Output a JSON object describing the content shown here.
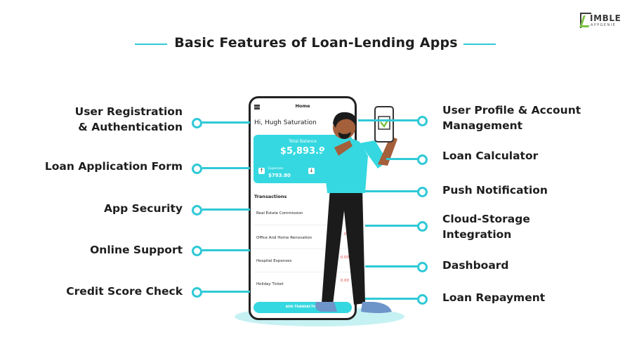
{
  "title": "Basic Features of Loan-Lending Apps",
  "logo": {
    "brand": "IMBLE",
    "sub": "APPGENIE"
  },
  "accent_color": "#2fc9d6",
  "left_features": [
    {
      "lines": [
        "User Registration",
        "& Authentication"
      ]
    },
    {
      "lines": [
        "Loan Application Form"
      ]
    },
    {
      "lines": [
        "App Security"
      ]
    },
    {
      "lines": [
        "Online Support"
      ]
    },
    {
      "lines": [
        "Credit Score Check"
      ]
    }
  ],
  "right_features": [
    {
      "lines": [
        "User Profile & Account",
        "Management"
      ]
    },
    {
      "lines": [
        "Loan Calculator"
      ]
    },
    {
      "lines": [
        "Push Notification"
      ]
    },
    {
      "lines": [
        "Cloud-Storage",
        "Integration"
      ]
    },
    {
      "lines": [
        "Dashboard"
      ]
    },
    {
      "lines": [
        "Loan Repayment"
      ]
    }
  ],
  "phone": {
    "header": "Home",
    "greeting": "Hi, Hugh Saturation",
    "balance_label": "Total Balance",
    "balance_value": "$5,893.9",
    "expenses_label": "Expenses",
    "expenses_value": "$793.80",
    "transactions_title": "Transactions",
    "transactions": [
      {
        "name": "Real Estate Commission",
        "amount": "+$"
      },
      {
        "name": "Office And Home Renovation",
        "amount": ".00"
      },
      {
        "name": "Hospital Expenses",
        "amount": "0.00"
      },
      {
        "name": "Holiday Ticket",
        "amount": "0.00"
      }
    ],
    "add_button": "ADD TRANSACTION"
  }
}
